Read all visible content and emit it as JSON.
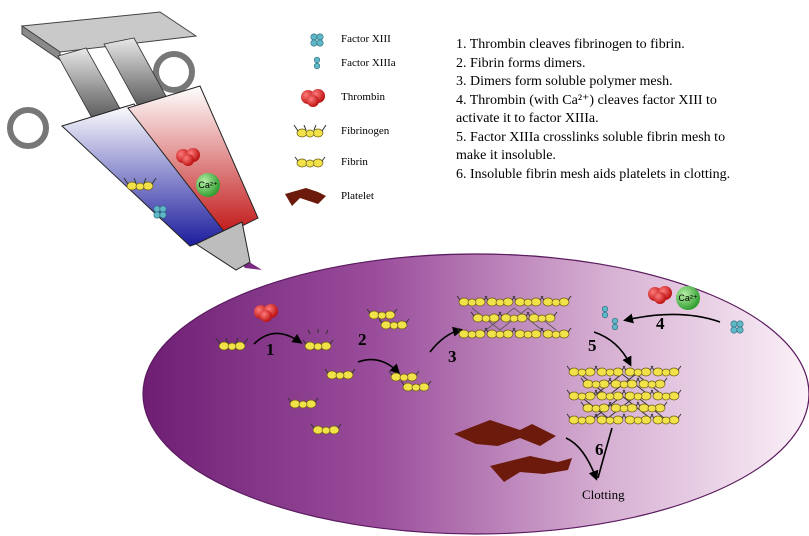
{
  "legend": {
    "factor_xiii": "Factor XIII",
    "factor_xiiia": "Factor XIIIa",
    "thrombin": "Thrombin",
    "fibrinogen": "Fibrinogen",
    "fibrin": "Fibrin",
    "platelet": "Platelet"
  },
  "steps": [
    "1.  Thrombin cleaves fibrinogen to fibrin.",
    "2.  Fibrin forms dimers.",
    "3.   Dimers form soluble polymer mesh.",
    "4.  Thrombin (with Ca²⁺) cleaves factor XIII to",
    "activate it to factor XIIIa.",
    "5.  Factor XIIIa crosslinks soluble fibrin mesh to",
    "make it insoluble.",
    "6.  Insoluble fibrin mesh aids platelets in clotting."
  ],
  "syringe": {
    "calcium_label": "Ca²⁺"
  },
  "diagram": {
    "step_numbers": [
      "1",
      "2",
      "3",
      "4",
      "5",
      "6"
    ],
    "calcium_label": "Ca²⁺",
    "clotting_label": "Clotting"
  },
  "colors": {
    "fibrin_yellow": "#f2e24a",
    "thrombin_red": "#d81818",
    "factor_blue": "#5fb7c7",
    "calcium_green": "#3cb840",
    "platelet_brown": "#6b1a0c",
    "plate_purple": "#7a2b80",
    "plate_pink": "#f6e8f3"
  }
}
